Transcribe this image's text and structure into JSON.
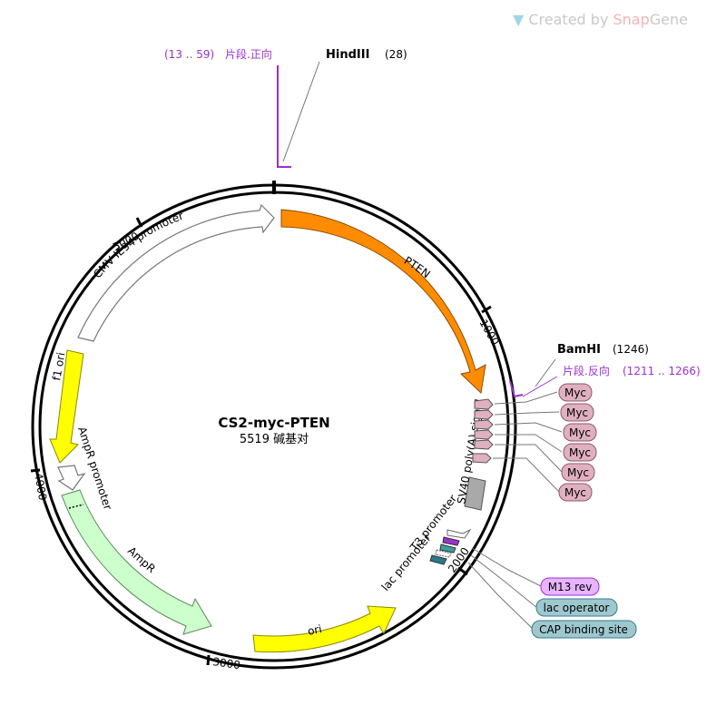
{
  "watermark": {
    "prefix": "Created by ",
    "brand_a": "Snap",
    "brand_b": "Gene"
  },
  "plasmid": {
    "name": "CS2-myc-PTEN",
    "size_label": "5519 碱基对"
  },
  "ticks": [
    "1000",
    "2000",
    "3000",
    "4000",
    "5000"
  ],
  "features": {
    "pten": "PTEN",
    "cmv": "CMV IE94 promoter",
    "f1": "f1 ori",
    "ampr_promoter": "AmpR promoter",
    "ampr": "AmpR",
    "ori": "ori",
    "sv40": "SV40 poly(A) signal",
    "t3": "T3 promoter",
    "lac": "lac promoter"
  },
  "sites": {
    "hindiii": {
      "name": "HindIII",
      "pos": "(28)"
    },
    "bamhi": {
      "name": "BamHI",
      "pos": "(1246)"
    }
  },
  "primers": {
    "forward": {
      "range": "(13 .. 59)",
      "label": "片段.正向"
    },
    "reverse": {
      "label": "片段.反向",
      "range": "(1211 .. 1266)"
    }
  },
  "myc_tags": [
    "Myc",
    "Myc",
    "Myc",
    "Myc",
    "Myc",
    "Myc"
  ],
  "right_labels": {
    "m13": "M13 rev",
    "lac_operator": "lac operator",
    "cap": "CAP binding site"
  },
  "colors": {
    "pten": "#ff8c00",
    "cmv": "#ffffff",
    "f1": "#ffff00",
    "ampr": "#ccffcc",
    "ori": "#ffff00",
    "sv40": "#a9a9a9",
    "myc": "#e0b0c0",
    "primer": "#9b30d0",
    "m13": "#e8b4ff",
    "lacop": "#9ec8d0",
    "t3": "#2a7a8c"
  }
}
